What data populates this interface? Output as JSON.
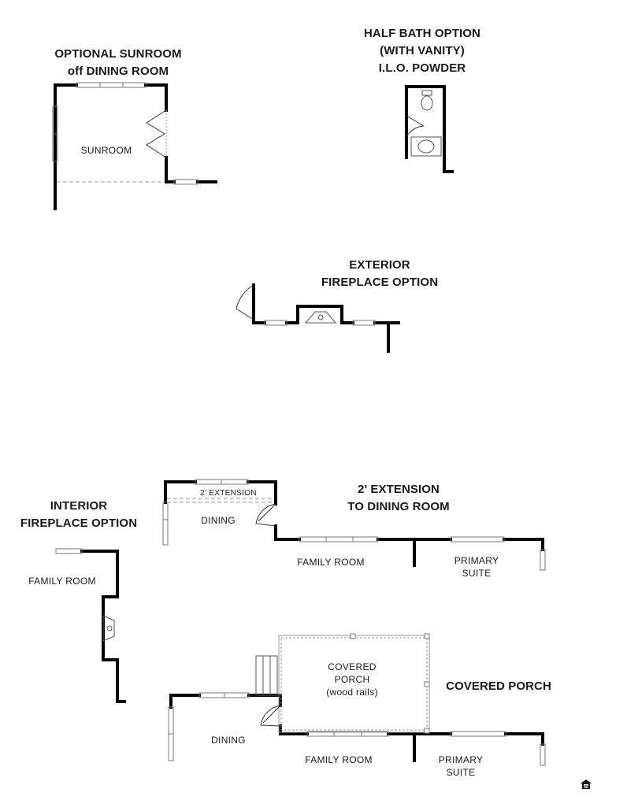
{
  "titles": {
    "sunroom": [
      "OPTIONAL SUNROOM",
      "off DINING ROOM"
    ],
    "half_bath": [
      "HALF BATH OPTION",
      "(WITH VANITY)",
      "I.L.O. POWDER"
    ],
    "exterior_fireplace": [
      "EXTERIOR",
      "FIREPLACE OPTION"
    ],
    "interior_fireplace": [
      "INTERIOR",
      "FIREPLACE OPTION"
    ],
    "extension": [
      "2' EXTENSION",
      "TO DINING ROOM"
    ],
    "covered_porch": [
      "COVERED PORCH"
    ]
  },
  "rooms": {
    "sunroom": "SUNROOM",
    "extension_label": "2' EXTENSION",
    "extension_dining": "DINING",
    "extension_family": "FAMILY ROOM",
    "extension_primary": [
      "PRIMARY",
      "SUITE"
    ],
    "interior_family": "FAMILY ROOM",
    "porch_covered": [
      "COVERED",
      "PORCH",
      "(wood rails)"
    ],
    "porch_dining": "DINING",
    "porch_family": "FAMILY ROOM",
    "porch_primary": [
      "PRIMARY",
      "SUITE"
    ]
  },
  "icons": {
    "equal_housing": "equal-housing-opportunity-icon"
  },
  "colors": {
    "wall": "#000000",
    "window": "#777777",
    "dashed": "#9a9a9a",
    "text": "#1a1a1a"
  }
}
